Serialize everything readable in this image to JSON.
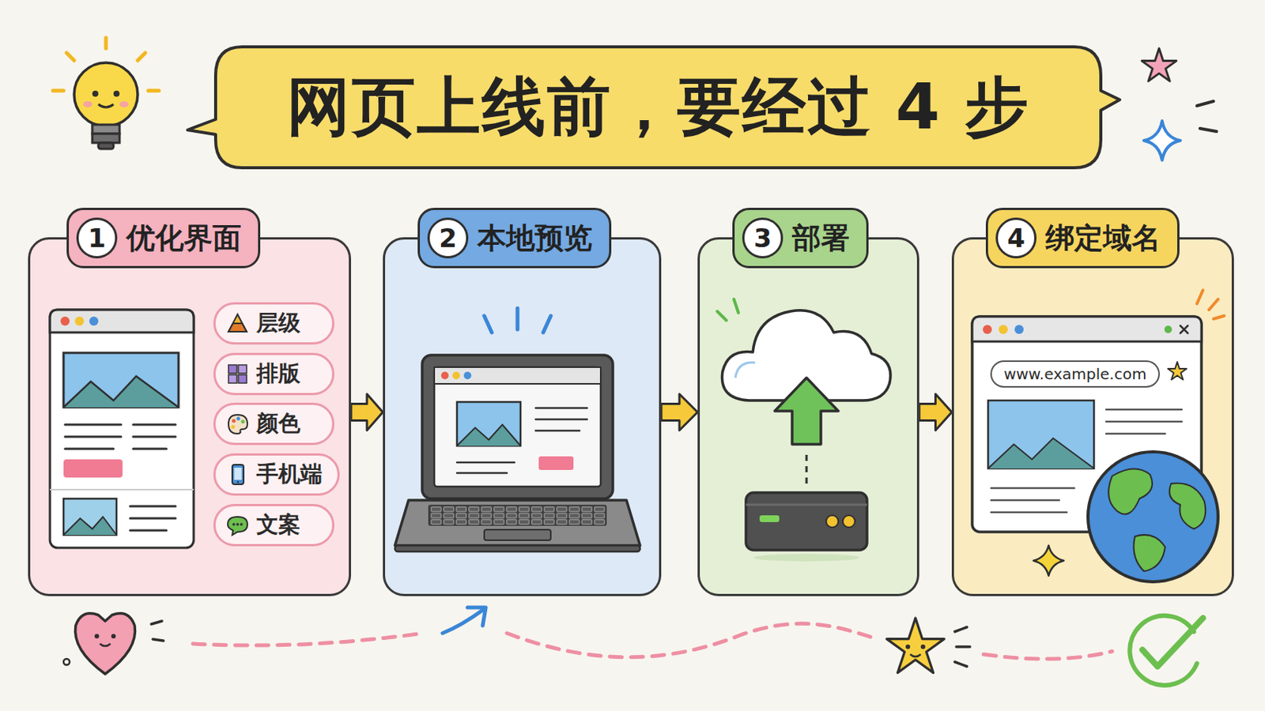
{
  "diagram": {
    "title": "网页上线前，要经过 4 步",
    "nodes": [
      {
        "text": [
          "1",
          "优化界面"
        ]
      },
      {
        "text": [
          "层级"
        ],
        "in": 0
      },
      {
        "text": [
          "排版"
        ],
        "in": 0
      },
      {
        "text": [
          "颜色"
        ],
        "in": 0
      },
      {
        "text": [
          "手机端"
        ],
        "in": 0
      },
      {
        "text": [
          "文案"
        ],
        "in": 0
      },
      {
        "text": [
          "2",
          "本地预览"
        ]
      },
      {
        "text": [
          "3",
          "部署"
        ]
      },
      {
        "text": [
          "4",
          "绑定域名"
        ]
      },
      {
        "text": [
          "www.example.com"
        ],
        "in": 8
      }
    ],
    "edges": [
      {
        "from": 0,
        "to": 6,
        "arrow": "to"
      },
      {
        "from": 6,
        "to": 7,
        "arrow": "to"
      },
      {
        "from": 7,
        "to": 8,
        "arrow": "to"
      }
    ]
  }
}
